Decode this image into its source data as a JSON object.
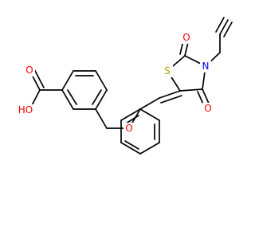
{
  "molecule": {
    "atom_labels": [
      {
        "id": "ho",
        "text": "HO",
        "color": "#ff0000"
      },
      {
        "id": "o_acid",
        "text": "O",
        "color": "#ff0000"
      },
      {
        "id": "o_ether",
        "text": "O",
        "color": "#ff0000"
      },
      {
        "id": "s",
        "text": "S",
        "color": "#b2a200"
      },
      {
        "id": "n",
        "text": "N",
        "color": "#0000ff"
      },
      {
        "id": "o_c2",
        "text": "O",
        "color": "#ff0000"
      },
      {
        "id": "o_c4",
        "text": "O",
        "color": "#ff0000"
      }
    ]
  }
}
